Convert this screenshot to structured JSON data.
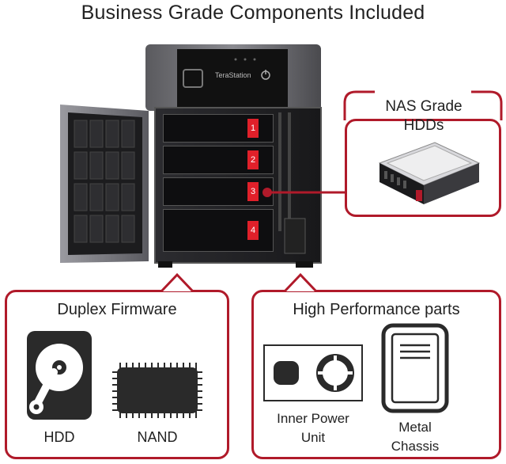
{
  "title": "Business Grade Components Included",
  "nas": {
    "brand_text": "TeraStation",
    "bay_numbers": [
      "1",
      "2",
      "3",
      "4"
    ]
  },
  "callouts": {
    "hdd_box": {
      "label_line1": "NAS Grade",
      "label_line2": "HDDs"
    },
    "duplex": {
      "title": "Duplex Firmware",
      "items": [
        {
          "icon": "hdd-icon",
          "label": "HDD"
        },
        {
          "icon": "nand-chip-icon",
          "label": "NAND"
        }
      ]
    },
    "performance": {
      "title": "High Performance parts",
      "items": [
        {
          "icon": "power-unit-icon",
          "label_line1": "Inner Power",
          "label_line2": "Unit"
        },
        {
          "icon": "metal-chassis-icon",
          "label_line1": "Metal",
          "label_line2": "Chassis"
        }
      ]
    }
  },
  "colors": {
    "accent_red": "#b01a2a",
    "bay_red": "#e0202a",
    "chassis_dark": "#1e1e20",
    "icon_dark": "#2a2a2a"
  }
}
